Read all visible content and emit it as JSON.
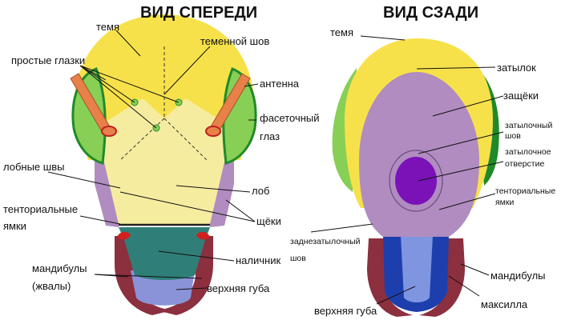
{
  "front": {
    "title": "ВИД СПЕРЕДИ",
    "labels": {
      "vertex": "темя",
      "simple_eyes": "простые глазки",
      "parietal_suture": "теменной шов",
      "antenna": "антенна",
      "compound_eye_1": "фасеточный",
      "compound_eye_2": "глаз",
      "frontal_sutures": "лобные швы",
      "forehead": "лоб",
      "tentorial_pits_1": "тенториальные",
      "tentorial_pits_2": "ямки",
      "cheeks": "щёки",
      "clypeus": "наличник",
      "mandibles_1": "мандибулы",
      "mandibles_2": "(жвалы)",
      "upper_lip": "верхняя губа"
    }
  },
  "back": {
    "title": "ВИД СЗАДИ",
    "labels": {
      "vertex": "темя",
      "occiput": "затылок",
      "genae": "защёки",
      "occipital_suture_1": "затылочный",
      "occipital_suture_2": "шов",
      "occipital_foramen_1": "затылочное",
      "occipital_foramen_2": "отверстие",
      "tentorial_pits_1": "тенториальные",
      "tentorial_pits_2": "ямки",
      "postoccipital_suture_1": "заднезатылочный",
      "postoccipital_suture_2": "шов",
      "mandibles": "мандибулы",
      "upper_lip": "верхняя губа",
      "maxilla": "максилла"
    }
  },
  "colors": {
    "yellow": "#f7e14a",
    "pale_yellow": "#f6eca0",
    "green": "#88cf55",
    "dark_green": "#1f8a2a",
    "purple": "#b08cc0",
    "teal": "#2f7f78",
    "maroon": "#8c2f3e",
    "lavender": "#8a93d8",
    "dark_blue": "#1d3fae",
    "light_blue": "#7f95e0",
    "violet": "#7a12b8",
    "orange": "#e8804a",
    "red": "#d02020"
  }
}
